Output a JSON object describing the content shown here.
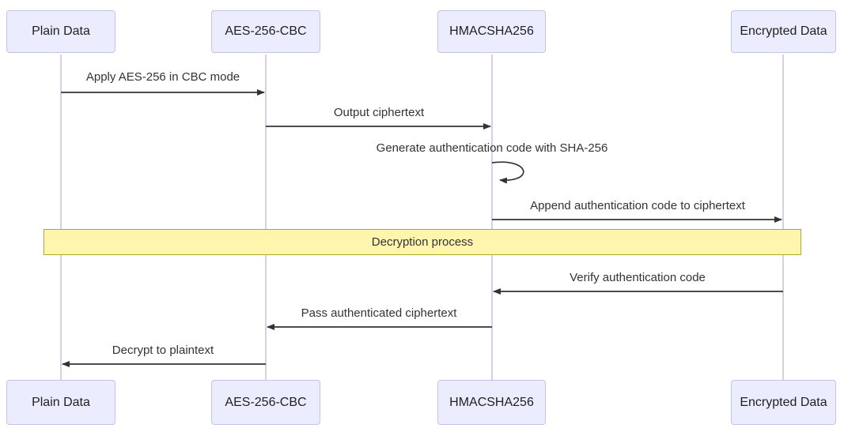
{
  "diagram": {
    "type": "sequence-diagram",
    "subject": "AES-256-CBC encryption with HMAC-SHA256 authentication"
  },
  "actors": [
    {
      "id": "plain-data",
      "label": "Plain Data"
    },
    {
      "id": "aes-256-cbc",
      "label": "AES-256-CBC"
    },
    {
      "id": "hmacsha256",
      "label": "HMACSHA256"
    },
    {
      "id": "encrypted-data",
      "label": "Encrypted Data"
    }
  ],
  "messages": [
    {
      "label": "Apply AES-256 in CBC mode",
      "from": "Plain Data",
      "to": "AES-256-CBC",
      "style": "solid-arrow"
    },
    {
      "label": "Output ciphertext",
      "from": "AES-256-CBC",
      "to": "HMACSHA256",
      "style": "solid-arrow"
    },
    {
      "label": "Generate authentication code with SHA-256",
      "from": "HMACSHA256",
      "to": "HMACSHA256",
      "style": "self-loop"
    },
    {
      "label": "Append authentication code to ciphertext",
      "from": "HMACSHA256",
      "to": "Encrypted Data",
      "style": "solid-arrow"
    },
    {
      "label": "Verify authentication code",
      "from": "Encrypted Data",
      "to": "HMACSHA256",
      "style": "solid-arrow"
    },
    {
      "label": "Pass authenticated ciphertext",
      "from": "HMACSHA256",
      "to": "AES-256-CBC",
      "style": "solid-arrow"
    },
    {
      "label": "Decrypt to plaintext",
      "from": "AES-256-CBC",
      "to": "Plain Data",
      "style": "solid-arrow"
    }
  ],
  "note": {
    "label": "Decryption process",
    "span": "over all participants"
  },
  "colors": {
    "actor_fill": "#ECECFF",
    "actor_border": "#c6c2e6",
    "lifeline": "#d5d0e8",
    "arrow": "#333333",
    "note_fill": "#FFF5AD",
    "note_border": "#AAAA33",
    "text": "#333333",
    "background": "#ffffff"
  }
}
